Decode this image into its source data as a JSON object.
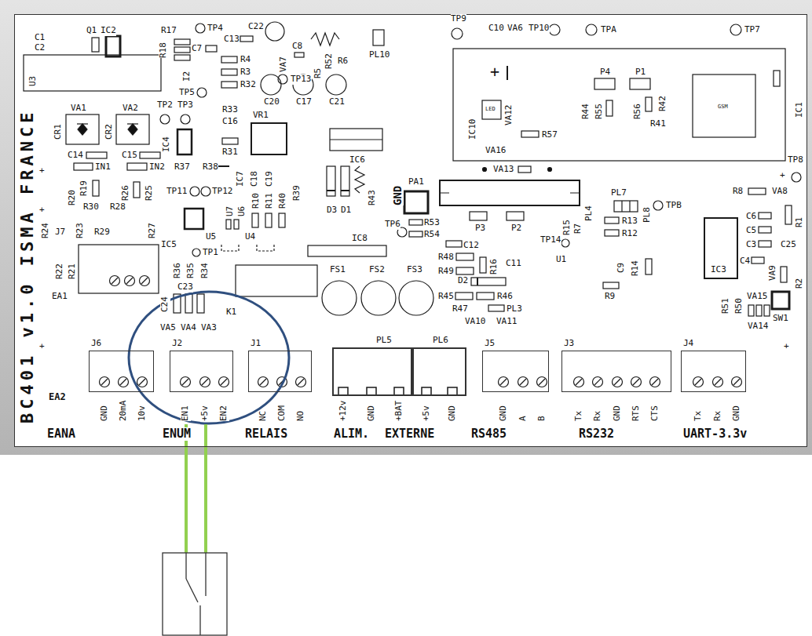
{
  "diagram": {
    "nodes": [
      {
        "text": [
          "BC401 v1.0 ISMA FRANCE"
        ]
      },
      {
        "text": [
          "J6"
        ],
        "in": 0
      },
      {
        "text": [
          "J2"
        ],
        "in": 0
      },
      {
        "text": [
          "J1"
        ],
        "in": 0
      },
      {
        "text": [
          "PL5"
        ],
        "in": 0
      },
      {
        "text": [
          "PL6"
        ],
        "in": 0
      },
      {
        "text": [
          "J5"
        ],
        "in": 0
      },
      {
        "text": [
          "J3"
        ],
        "in": 0
      },
      {
        "text": [
          "J4"
        ],
        "in": 0
      }
    ],
    "labels": [
      "C1",
      "C2",
      "Q1",
      "IC2",
      "R17",
      "R18",
      "TP4",
      "C22",
      "C13",
      "C7",
      "R52",
      "PL10",
      "TP9",
      "C10",
      "VA6",
      "TP10",
      "TPA",
      "TP7",
      "VA7",
      "C8",
      "TP13",
      "R4",
      "R6",
      "R5",
      "R3",
      "R32",
      "U3",
      "I2",
      "TP5",
      "VA1",
      "VA2",
      "TP2",
      "TP3",
      "IC4",
      "R33",
      "C16",
      "VR1",
      "C20",
      "C17",
      "C21",
      "CR1",
      "CR2",
      "C14",
      "C15",
      "IN1",
      "IN2",
      "R31",
      "R37",
      "R38",
      "IC7",
      "C18",
      "C19",
      "IC6",
      "TP11",
      "TP12",
      "U7",
      "U6",
      "R10",
      "R11",
      "R40",
      "R39",
      "D3",
      "D1",
      "R43",
      "PA1",
      "R20",
      "R19",
      "R26",
      "R25",
      "R30",
      "R28",
      "R24",
      "R23",
      "J7",
      "R29",
      "R27",
      "IC5",
      "U5",
      "U4",
      "TP1",
      "TP6",
      "R53",
      "R54",
      "GND",
      "PL4",
      "R15",
      "R7",
      "PL7",
      "PL8",
      "TPB",
      "R13",
      "R12",
      "R8",
      "VA8",
      "R1",
      "C6",
      "C5",
      "C3",
      "C25",
      "TP8",
      "IC3",
      "C4",
      "VA9",
      "R2",
      "R48",
      "R49",
      "C12",
      "R16",
      "C11",
      "U1",
      "C9",
      "R14",
      "D2",
      "R45",
      "R46",
      "R47",
      "PL3",
      "VA10",
      "VA11",
      "R9",
      "R51",
      "R50",
      "VA15",
      "VA14",
      "SW1",
      "R36",
      "R35",
      "R34",
      "C24",
      "C23",
      "VA5",
      "VA4",
      "VA3",
      "K1",
      "IC8",
      "FS1",
      "FS2",
      "FS3",
      "R22",
      "R21",
      "EA1",
      "EA2",
      "IC10",
      "LED",
      "VA12",
      "VA16",
      "R57",
      "VA13",
      "P4",
      "P1",
      "R44",
      "R55",
      "R56",
      "R42",
      "R41",
      "GSM",
      "IC1",
      "+",
      "+",
      "+",
      "+",
      "+",
      "+",
      "P3",
      "P2",
      "TP14",
      "GND",
      "20mA",
      "10v",
      "EN1",
      "+5v",
      "EN2",
      "NC",
      "COM",
      "NO",
      "+12v",
      "GND",
      "+BAT",
      "+5v",
      "GND",
      "GND",
      "A",
      "B",
      "Tx",
      "Rx",
      "GND",
      "RTS",
      "CTS",
      "Tx",
      "Rx",
      "GND",
      "EANA",
      "ENUM",
      "RELAIS",
      "ALIM.",
      "EXTERNE",
      "RS485",
      "RS232",
      "UART-3.3v"
    ]
  }
}
